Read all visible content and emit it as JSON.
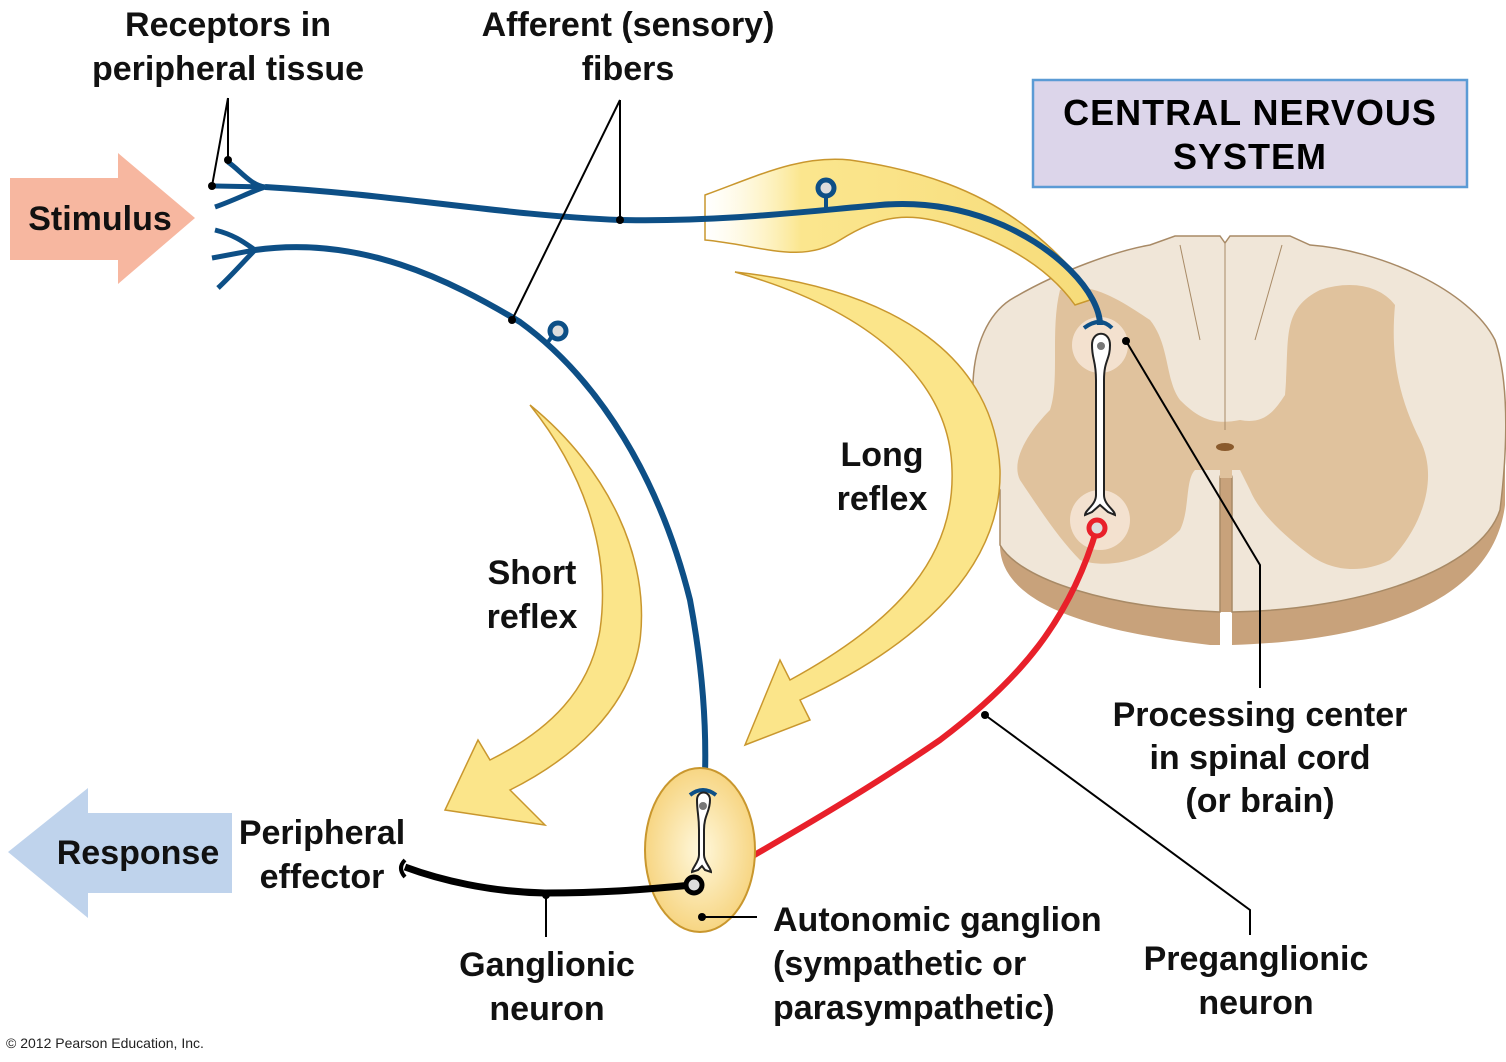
{
  "labels": {
    "receptors": [
      "Receptors in",
      "peripheral tissue"
    ],
    "afferent": [
      "Afferent (sensory)",
      "fibers"
    ],
    "cns": [
      "CENTRAL NERVOUS",
      "SYSTEM"
    ],
    "stimulus": "Stimulus",
    "response": "Response",
    "long_reflex": [
      "Long",
      "reflex"
    ],
    "short_reflex": [
      "Short",
      "reflex"
    ],
    "processing_center": [
      "Processing center",
      "in spinal cord",
      "(or brain)"
    ],
    "peripheral_effector": [
      "Peripheral",
      "effector"
    ],
    "ganglionic_neuron": [
      "Ganglionic",
      "neuron"
    ],
    "autonomic_ganglion": [
      "Autonomic ganglion",
      "(sympathetic or",
      "parasympathetic)"
    ],
    "preganglionic_neuron": [
      "Preganglionic",
      "neuron"
    ],
    "copyright": "© 2012 Pearson Education, Inc."
  },
  "colors": {
    "afferent_fiber": "#0d4f86",
    "preganglionic_fiber": "#e8202a",
    "ganglionic_fiber": "#000000",
    "reflex_arrow": "#fbe58a",
    "stimulus_arrow": "#f7b7a0",
    "response_arrow": "#bfd3ec",
    "cns_box_fill": "#dcd5ea",
    "cns_box_border": "#5b9bd5",
    "spinal_white_matter": "#f0e6d8",
    "spinal_gray_matter": "#e0c29d"
  }
}
